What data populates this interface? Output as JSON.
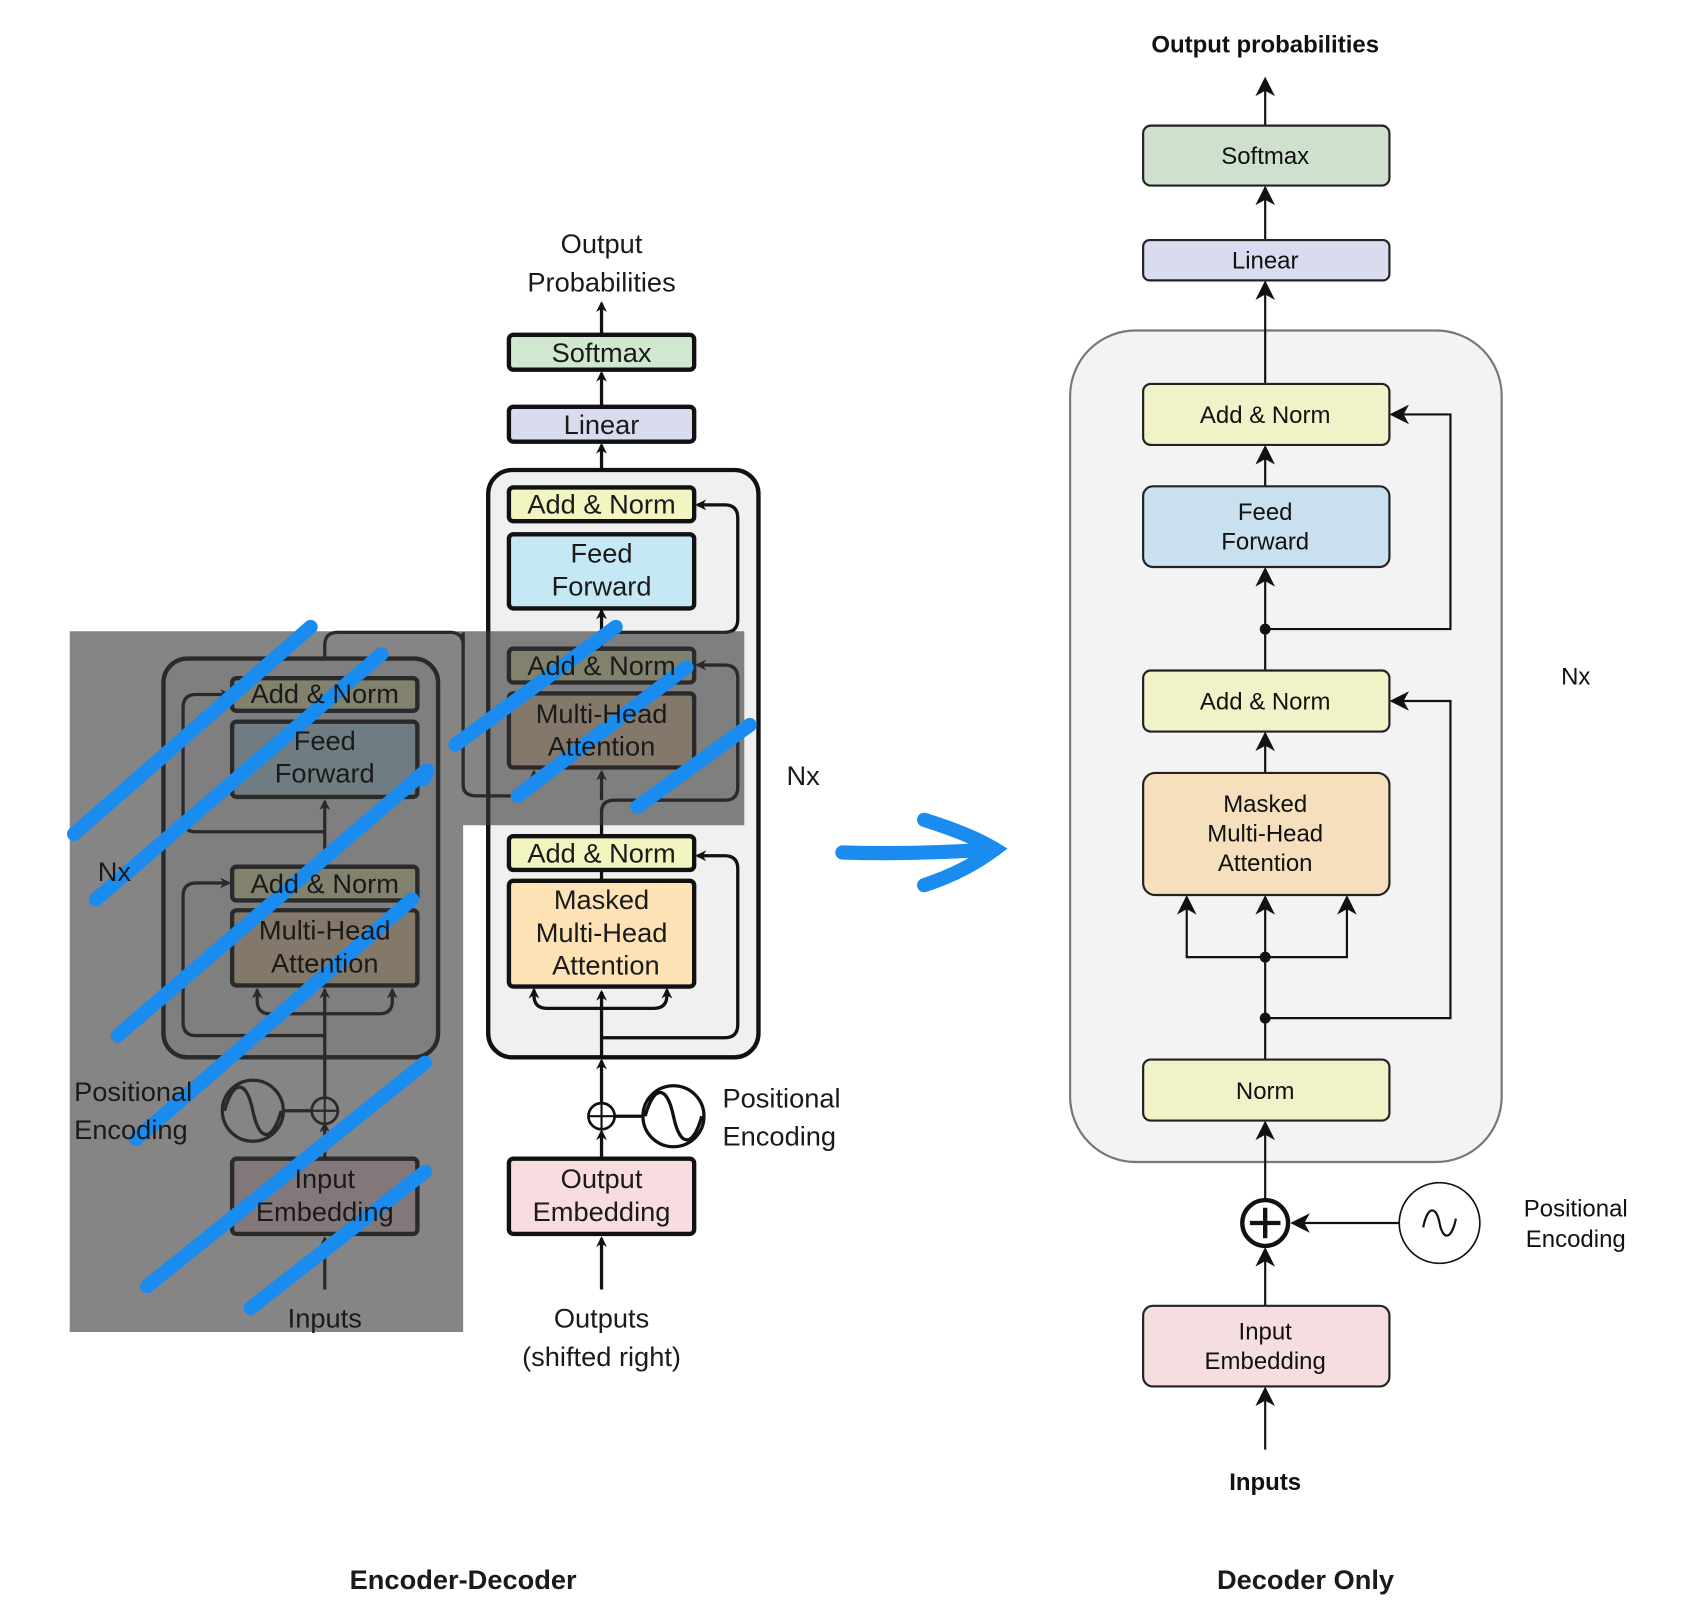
{
  "left": {
    "caption": "Encoder-Decoder",
    "decoder": {
      "output_probabilities": [
        "Output",
        "Probabilities"
      ],
      "softmax": "Softmax",
      "linear": "Linear",
      "add_norm": "Add & Norm",
      "feed_forward": [
        "Feed",
        "Forward"
      ],
      "multi_head_attention": [
        "Multi-Head",
        "Attention"
      ],
      "masked_multi_head_attention": [
        "Masked",
        "Multi-Head",
        "Attention"
      ],
      "nx": "Nx",
      "positional_encoding": [
        "Positional",
        "Encoding"
      ],
      "output_embedding": [
        "Output",
        "Embedding"
      ],
      "outputs": [
        "Outputs",
        "(shifted right)"
      ]
    },
    "encoder": {
      "add_norm": "Add & Norm",
      "feed_forward": [
        "Feed",
        "Forward"
      ],
      "multi_head_attention": [
        "Multi-Head",
        "Attention"
      ],
      "nx": "Nx",
      "positional_encoding": [
        "Positional",
        "Encoding"
      ],
      "input_embedding": [
        "Input",
        "Embedding"
      ],
      "inputs": "Inputs",
      "crossed_out": true
    }
  },
  "right": {
    "caption": "Decoder Only",
    "output_probabilities": "Output probabilities",
    "softmax": "Softmax",
    "linear": "Linear",
    "add_norm_top": "Add & Norm",
    "feed_forward": [
      "Feed",
      "Forward"
    ],
    "add_norm_mid": "Add & Norm",
    "masked_multi_head_attention": [
      "Masked",
      "Multi-Head",
      "Attention"
    ],
    "norm": "Norm",
    "nx": "Nx",
    "positional_encoding": [
      "Positional",
      "Encoding"
    ],
    "input_embedding": [
      "Input",
      "Embedding"
    ],
    "inputs": "Inputs"
  },
  "colors": {
    "annotation_blue": "#1a8cf0",
    "softmax": "#cfe3cf",
    "linear": "#d9dcee",
    "add_norm": "#f1f3c6",
    "feed_forward": "#c8e3f1",
    "attention": "#f6dfbd",
    "embedding": "#f5dde0"
  }
}
